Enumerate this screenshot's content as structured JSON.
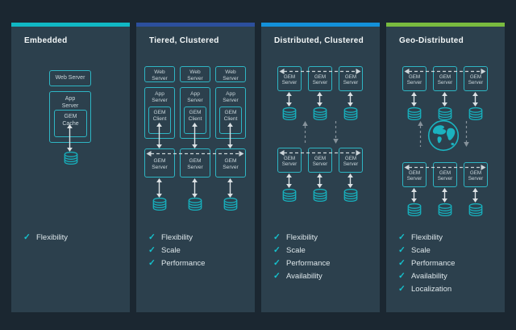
{
  "colors": {
    "page_bg": "#1b2731",
    "panel_bg": "#2c404d",
    "node_border": "#2eb5c3",
    "database_teal": "#17afbc",
    "checkmark_teal": "#15c3ce",
    "arrow_solid": "#dce2e5",
    "arrow_dashed_gray": "#86929b"
  },
  "icons": {
    "check": "✓"
  },
  "panels": [
    {
      "title": "Embedded",
      "accent_color": "#10b8c4",
      "nodes": {
        "web_server": "Web Server",
        "app_server": "App Server",
        "gem_cache": "GEM Cache"
      },
      "features": [
        "Flexibility"
      ]
    },
    {
      "title": "Tiered, Clustered",
      "accent_color": "#2c4f9d",
      "nodes": {
        "web_server": "Web Server",
        "app_server": "App Server",
        "gem_client": "GEM Client",
        "gem_server": "GEM Server"
      },
      "features": [
        "Flexibility",
        "Scale",
        "Performance"
      ]
    },
    {
      "title": "Distributed, Clustered",
      "accent_color": "#1391da",
      "nodes": {
        "gem_server": "GEM Server"
      },
      "features": [
        "Flexibility",
        "Scale",
        "Performance",
        "Availability"
      ]
    },
    {
      "title": "Geo-Distributed",
      "accent_color": "#79bb3f",
      "nodes": {
        "gem_server": "GEM Server"
      },
      "features": [
        "Flexibility",
        "Scale",
        "Performance",
        "Availability",
        "Localization"
      ]
    }
  ]
}
